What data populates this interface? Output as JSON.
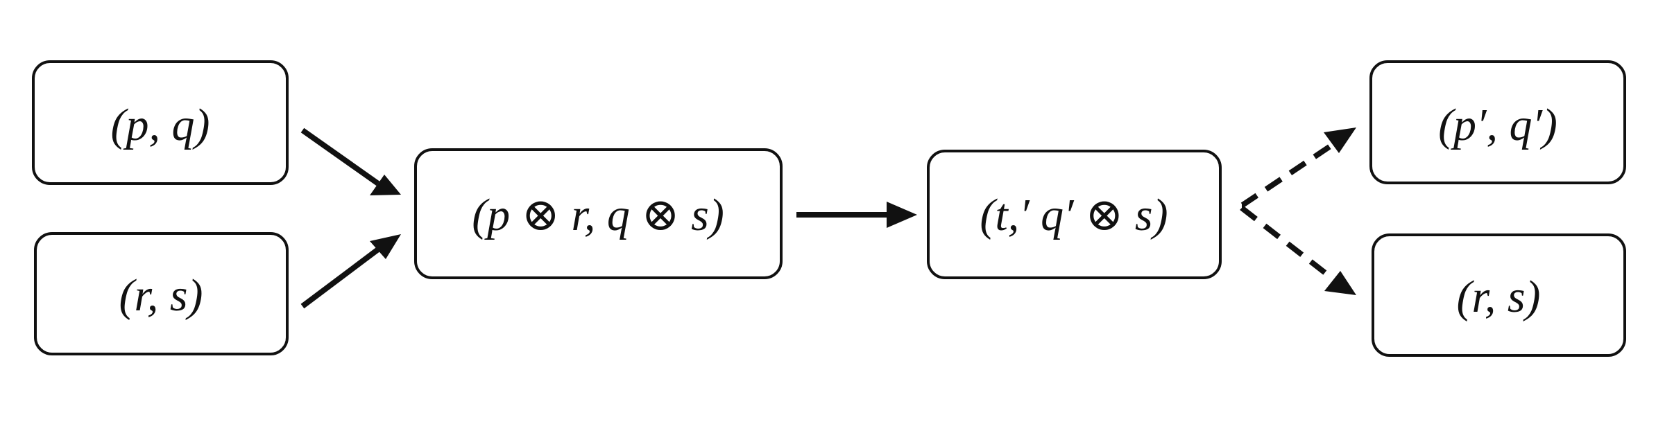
{
  "nodes": {
    "pq": {
      "label": "(p, q)"
    },
    "rs_left": {
      "label": "(r, s)"
    },
    "tensor": {
      "label": "(p ⊗ r, q ⊗ s)"
    },
    "tq": {
      "label": "(t,′ q′ ⊗ s)"
    },
    "pq_prime": {
      "label": "(p′, q′)"
    },
    "rs_right": {
      "label": "(r, s)"
    }
  },
  "edges": [
    {
      "from": "pq",
      "to": "tensor",
      "style": "solid"
    },
    {
      "from": "rs_left",
      "to": "tensor",
      "style": "solid"
    },
    {
      "from": "tensor",
      "to": "tq",
      "style": "solid"
    },
    {
      "from": "tq",
      "to": "pq_prime",
      "style": "dashed"
    },
    {
      "from": "tq",
      "to": "rs_right",
      "style": "dashed"
    }
  ]
}
